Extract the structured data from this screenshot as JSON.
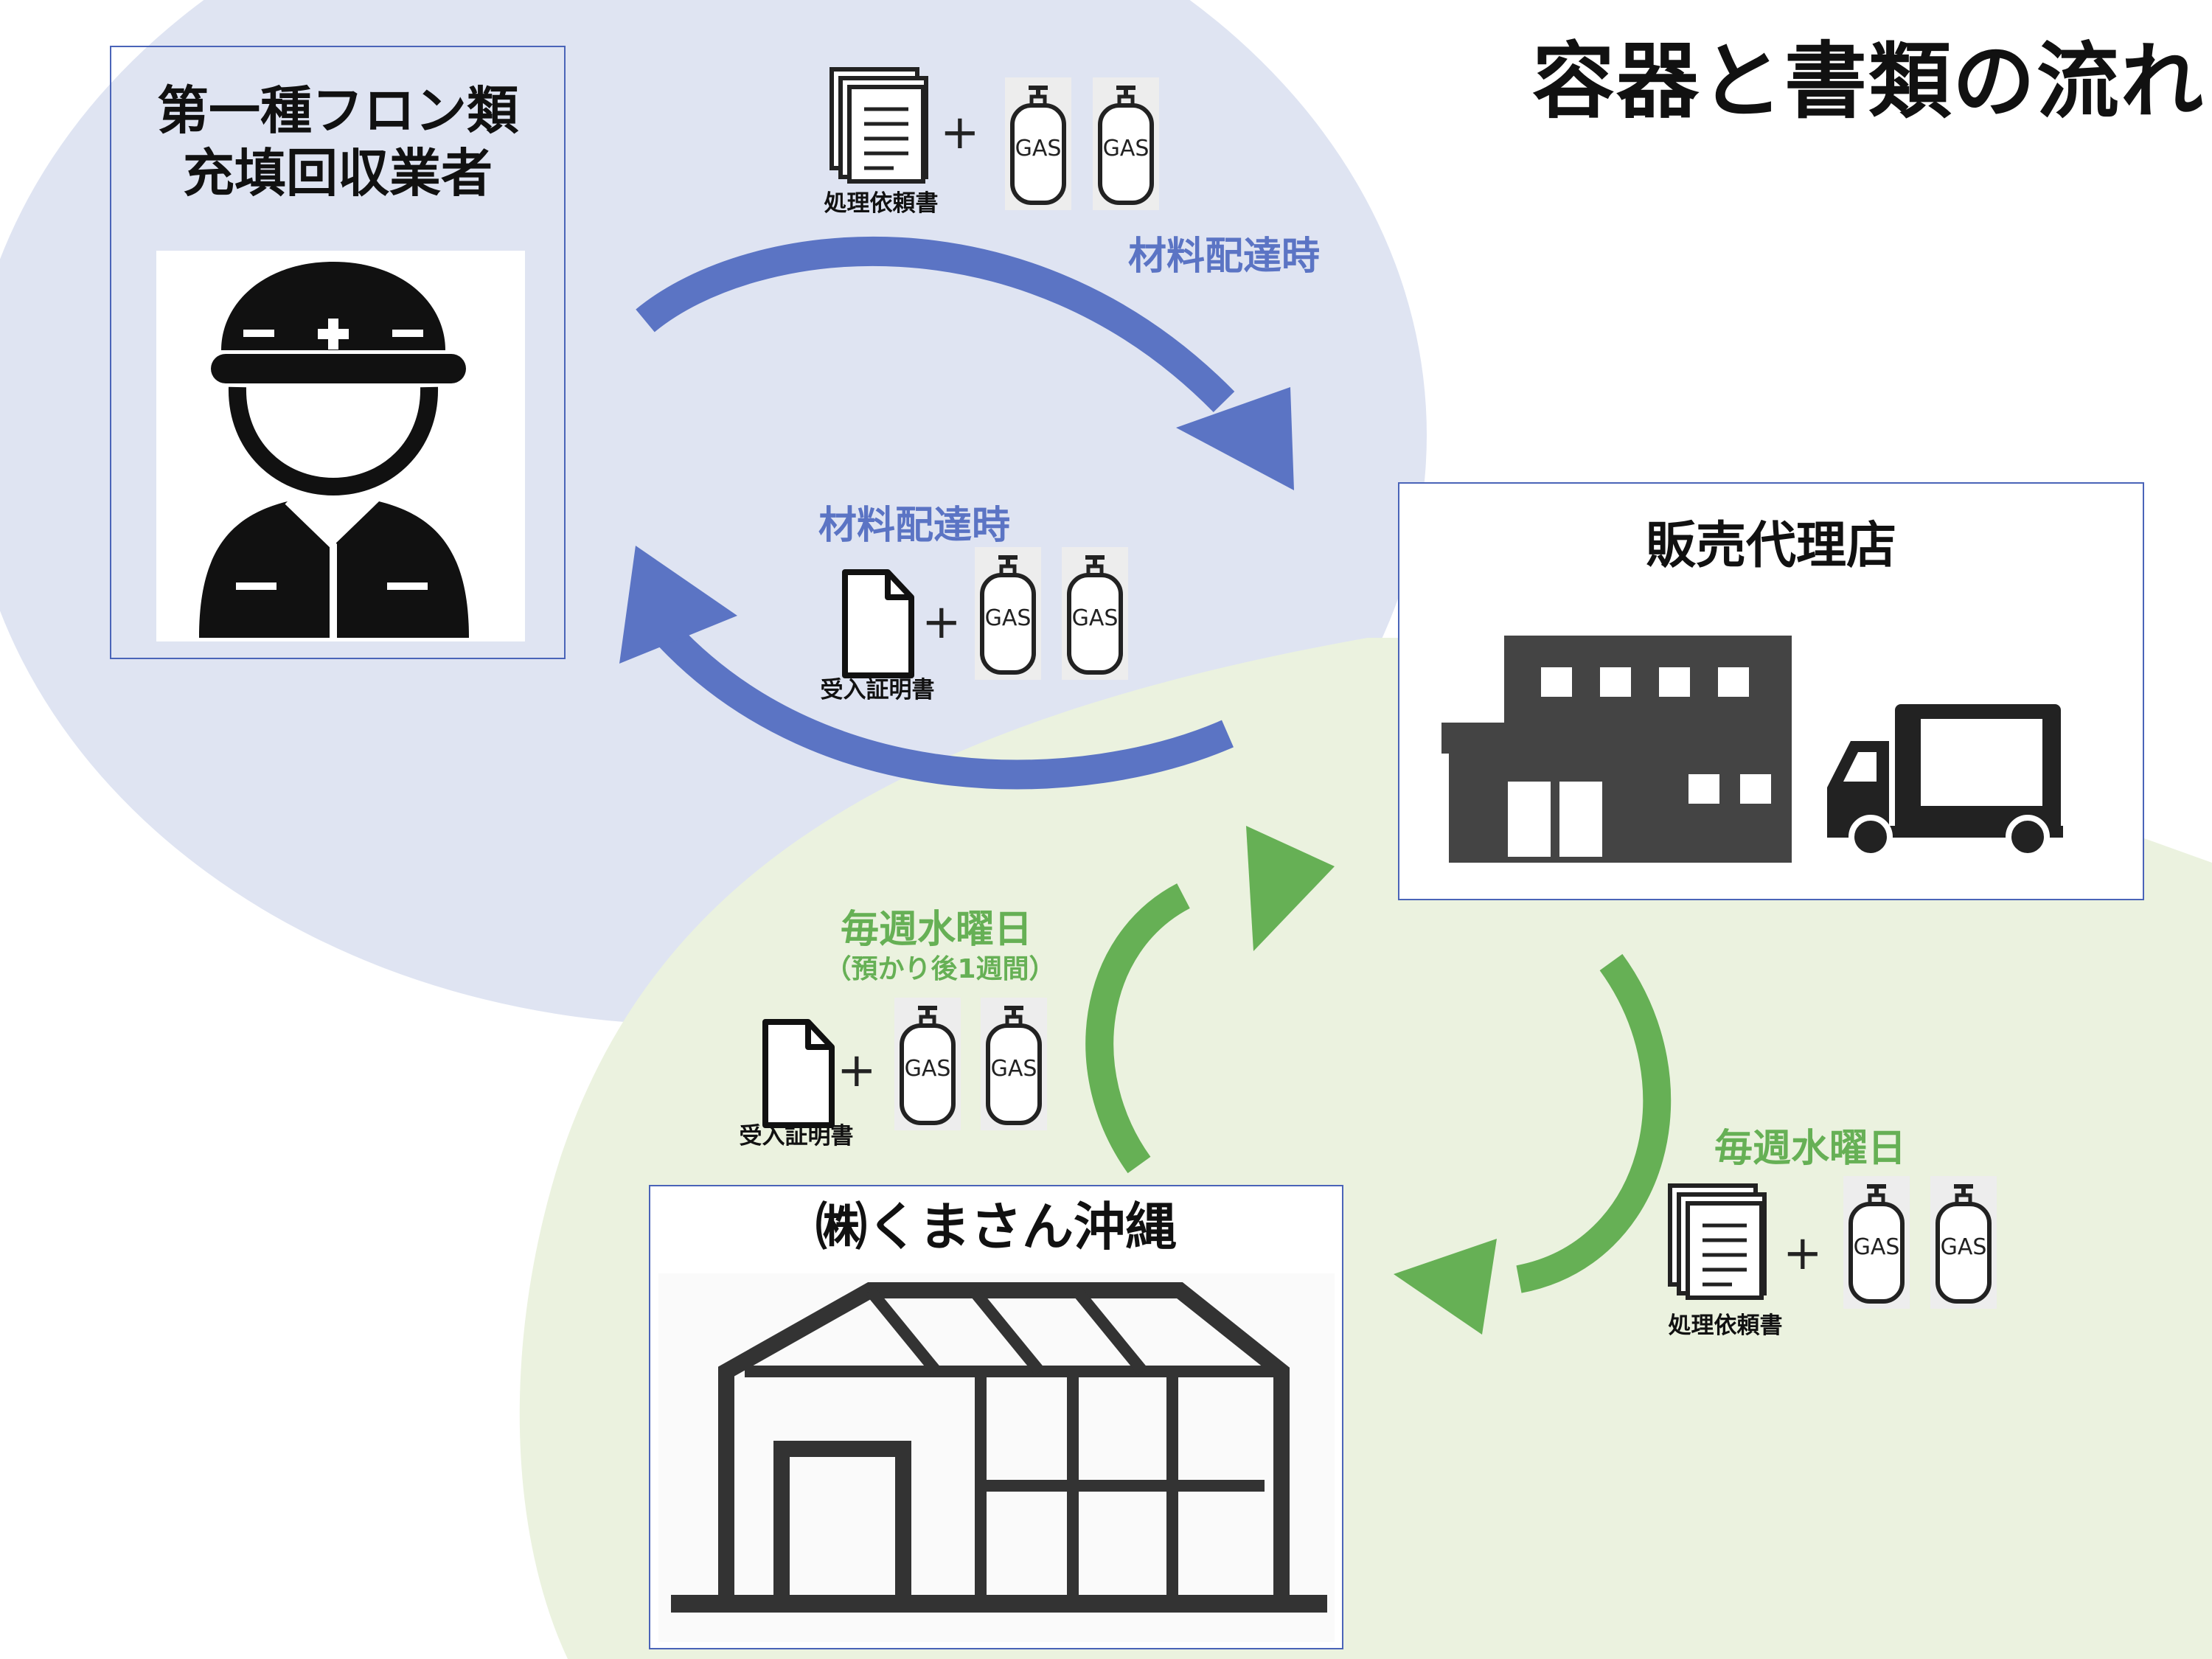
{
  "title": "容器と書類の流れ",
  "nodes": {
    "recovery_operator": {
      "line1": "第一種フロン類",
      "line2": "充填回収業者"
    },
    "sales_agent": {
      "label": "販売代理店"
    },
    "kumasan": {
      "label": "㈱くまさん沖縄"
    }
  },
  "flows": {
    "top_arrow": {
      "label": "材料配達時",
      "document": "処理依頼書",
      "cylinder_text": "GAS"
    },
    "return_arrow": {
      "label": "材料配達時",
      "document": "受入証明書",
      "cylinder_text": "GAS"
    },
    "kumasan_to_agent": {
      "label": "毎週水曜日",
      "sublabel": "（預かり後1週間）",
      "document": "受入証明書",
      "cylinder_text": "GAS"
    },
    "agent_to_kumasan": {
      "label": "毎週水曜日",
      "document": "処理依頼書",
      "cylinder_text": "GAS"
    }
  },
  "colors": {
    "blue_region": "#dfe4f2",
    "green_region": "#ebf2df",
    "blue_arrow": "#5b74c4",
    "green_arrow": "#66b055"
  },
  "icons": [
    "worker-icon",
    "building-icon",
    "truck-icon",
    "warehouse-icon",
    "document-stack-icon",
    "document-icon",
    "gas-cylinder-icon"
  ]
}
